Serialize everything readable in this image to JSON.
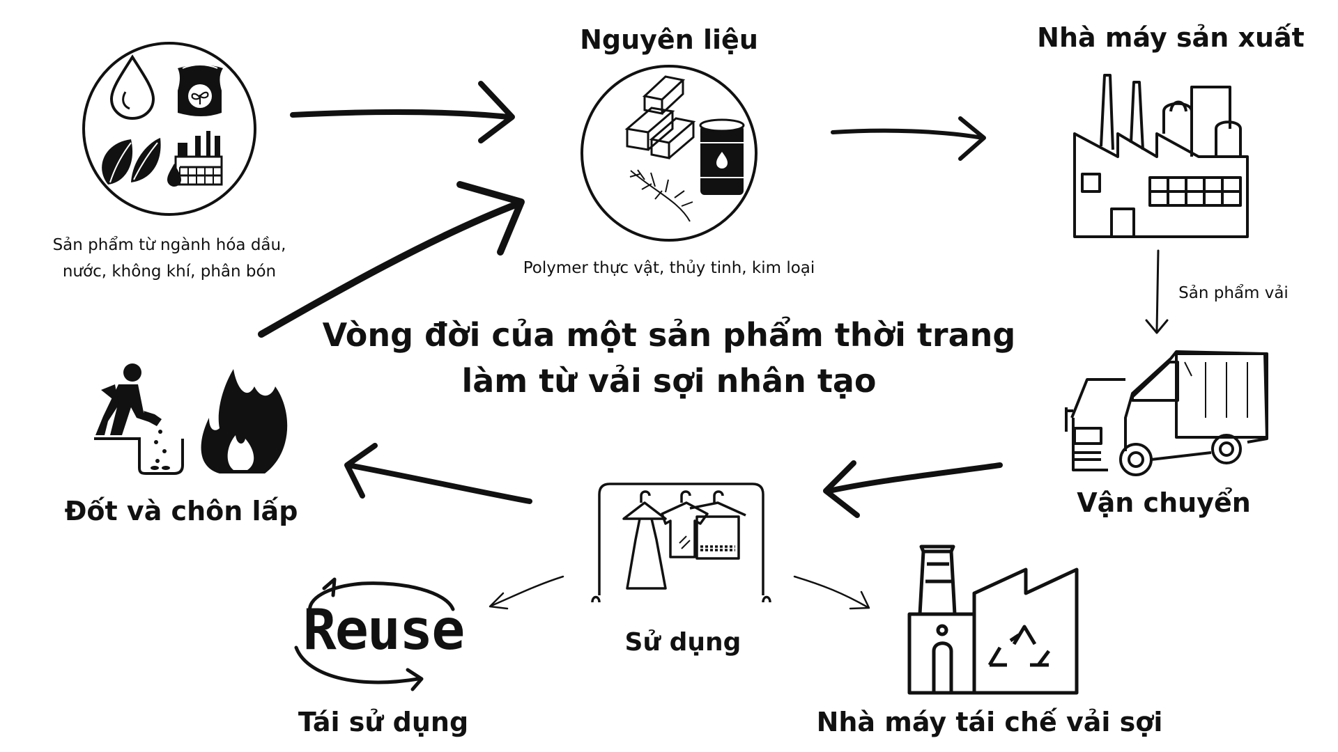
{
  "title": {
    "line1": "Vòng đời của một sản phẩm thời trang",
    "line2": "làm từ vải sợi nhân tạo"
  },
  "nodes": {
    "sources": {
      "caption_line1": "Sản phẩm từ ngành hóa dầu,",
      "caption_line2": "nước, không khí, phân bón"
    },
    "raw_materials": {
      "title": "Nguyên liệu",
      "caption": "Polymer thực vật, thủy tinh, kim loại"
    },
    "factory": {
      "title": "Nhà máy sản xuất"
    },
    "transport": {
      "title": "Vận chuyển"
    },
    "usage": {
      "title": "Sử dụng"
    },
    "disposal": {
      "title": "Đốt và chôn lấp"
    },
    "reuse": {
      "title": "Tái sử dụng",
      "logo_text": "Reuse"
    },
    "recycling": {
      "title": "Nhà máy tái chế vải sợi"
    }
  },
  "edges": {
    "factory_to_transport": "Sản phẩm vải"
  },
  "icons": {
    "sources": [
      "water-drop-icon",
      "fertilizer-bag-icon",
      "leaves-icon",
      "refinery-icon"
    ],
    "raw_materials": [
      "metal-bars-icon",
      "oil-barrel-icon",
      "plant-branch-icon"
    ],
    "factory": "factory-icon",
    "transport": "truck-icon",
    "usage": "clothing-rack-icon",
    "disposal": [
      "landfill-worker-icon",
      "fire-icon"
    ],
    "reuse": "reuse-arrows-icon",
    "recycling": "recycling-factory-icon"
  }
}
